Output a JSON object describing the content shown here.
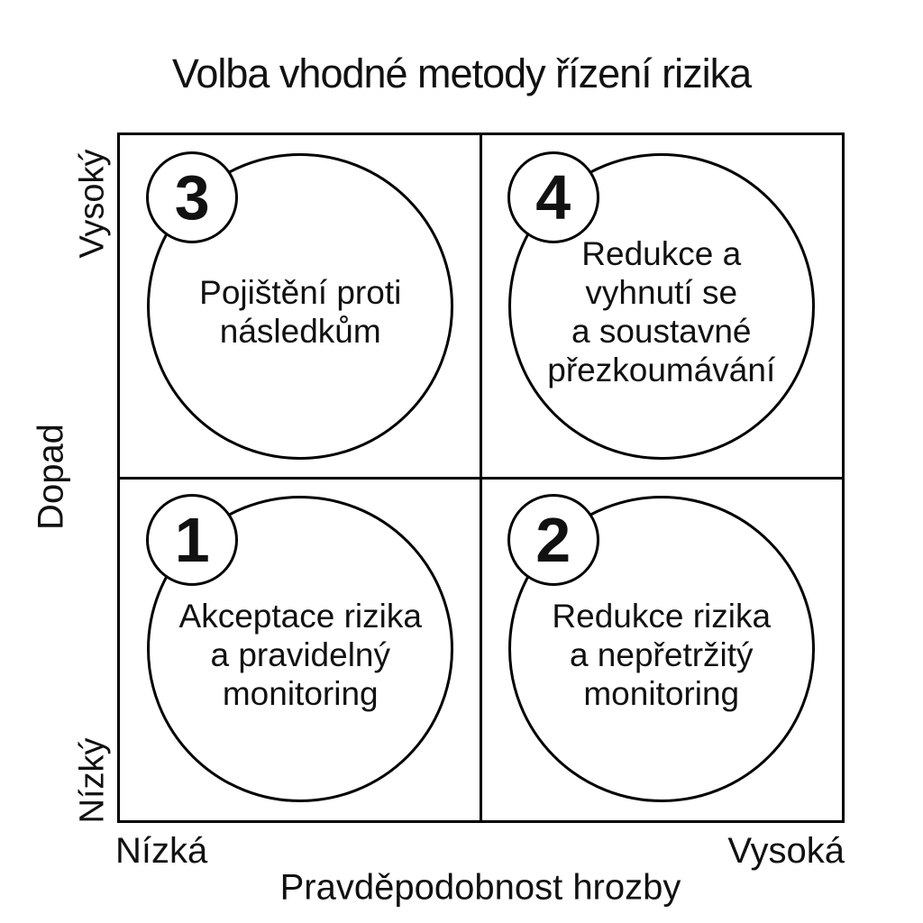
{
  "title": "Volba vhodné metody řízení rizika",
  "y_axis": {
    "label": "Dopad",
    "high": "Vysoký",
    "low": "Nízký"
  },
  "x_axis": {
    "label": "Pravděpodobnost hrozby",
    "low": "Nízká",
    "high": "Vysoká"
  },
  "quadrants": [
    {
      "number": "1",
      "position": "bottom-left",
      "text": "Akceptace rizika a pravidelný monitoring",
      "lines": [
        "Akceptace rizika",
        "a pravidelný",
        "monitoring"
      ]
    },
    {
      "number": "2",
      "position": "bottom-right",
      "text": "Redukce rizika a nepřetržitý monitoring",
      "lines": [
        "Redukce rizika",
        "a nepřetržitý",
        "monitoring"
      ]
    },
    {
      "number": "3",
      "position": "top-left",
      "text": "Pojištění proti následkům",
      "lines": [
        "Pojištění proti",
        "následkům"
      ]
    },
    {
      "number": "4",
      "position": "top-right",
      "text": "Redukce a vyhnutí se a soustavné přezkoumávání",
      "lines": [
        "Redukce a",
        "vyhnutí se",
        "a soustavné",
        "přezkoumávání"
      ]
    }
  ],
  "colors": {
    "background": "#ffffff",
    "stroke": "#000000",
    "text": "#111111"
  }
}
